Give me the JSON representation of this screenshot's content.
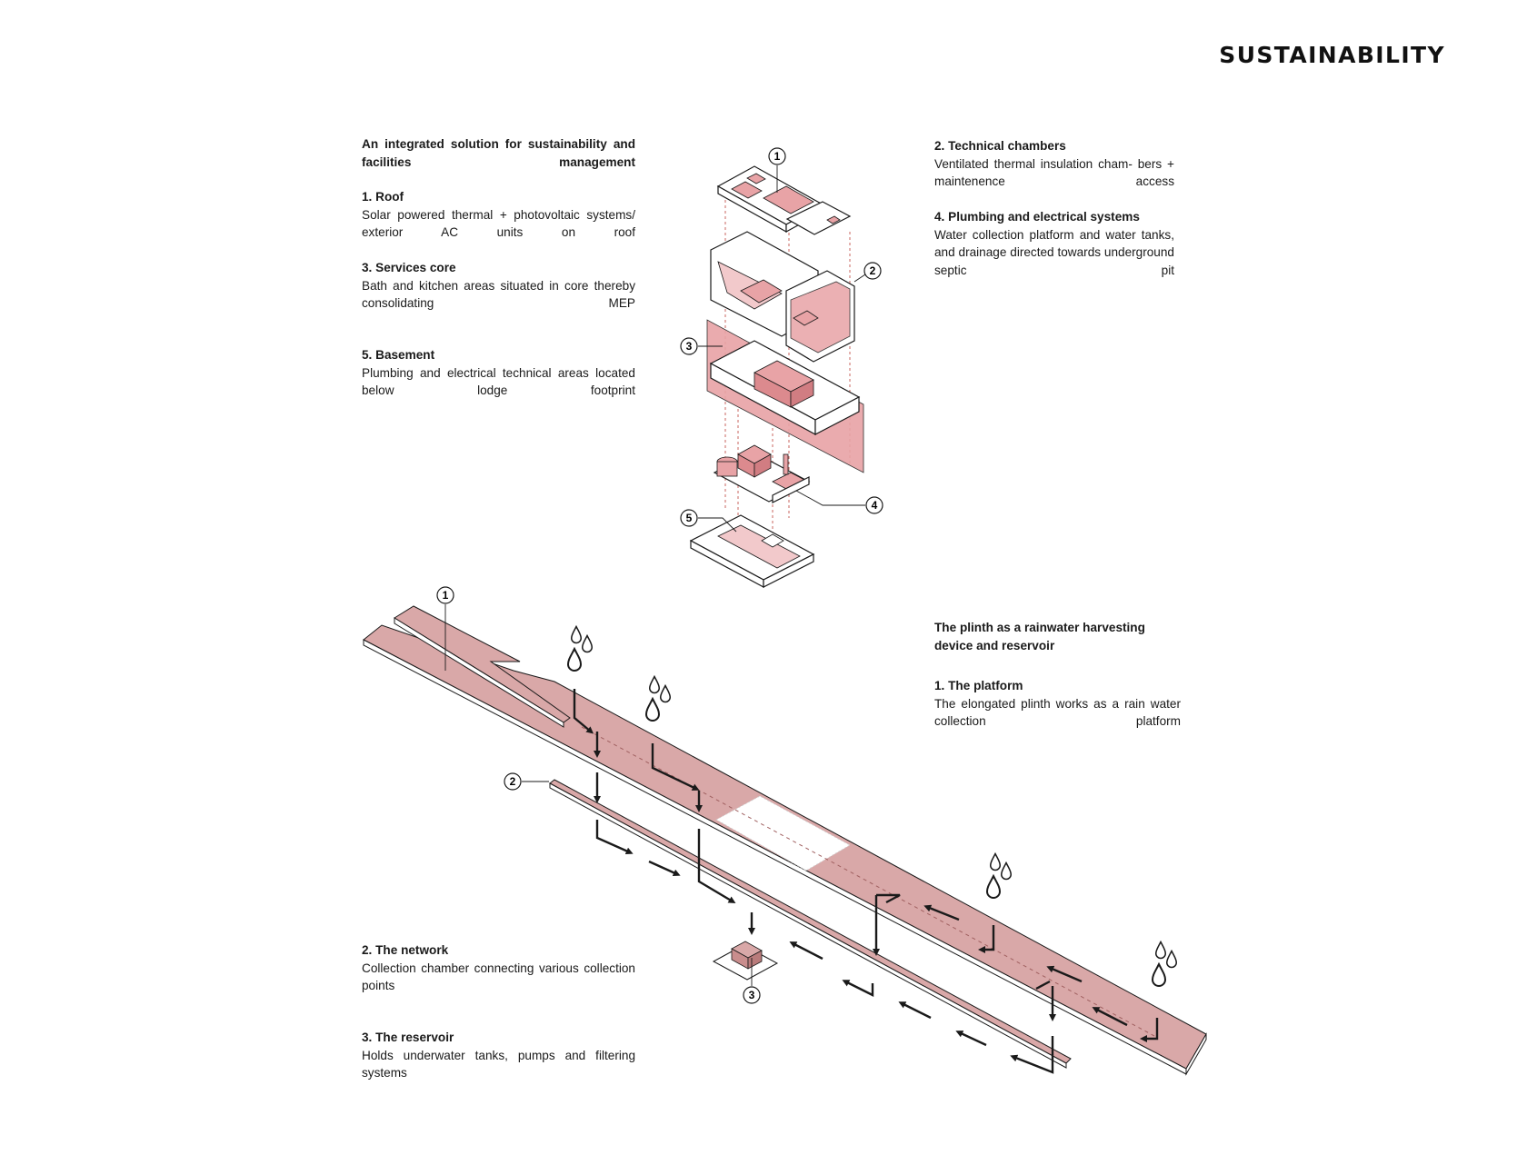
{
  "page": {
    "title": "SUSTAINABILITY"
  },
  "left_top": {
    "intro_title": "An integrated solution for sustainability and facilities management",
    "items": [
      {
        "number": "1.",
        "heading": "Roof",
        "text": "Solar powered thermal + photovoltaic systems/ exterior AC units on roof"
      },
      {
        "number": "3.",
        "heading": "Services core",
        "text": "Bath and kitchen areas situated in core thereby consolidating MEP"
      },
      {
        "number": "5.",
        "heading": "Basement",
        "text": "Plumbing and electrical technical areas located below lodge footprint"
      }
    ]
  },
  "right_top": {
    "items": [
      {
        "number": "2.",
        "heading": "Technical chambers",
        "text": "Ventilated thermal insulation cham- bers + maintenence access"
      },
      {
        "number": "4.",
        "heading": "Plumbing and electrical systems",
        "text": "Water collection platform and water tanks, and drainage directed towards underground septic pit"
      }
    ]
  },
  "right_mid": {
    "intro_title": "The plinth as a rainwater harvesting device and reservoir",
    "items": [
      {
        "number": "1.",
        "heading": "The platform",
        "text": "The elongated plinth works as a rain water collection platform"
      }
    ]
  },
  "left_bottom": {
    "items": [
      {
        "number": "2.",
        "heading": "The network",
        "text": "Collection chamber connecting various collection points"
      },
      {
        "number": "3.",
        "heading": "The reservoir",
        "text": "Holds underwater tanks, pumps and filtering systems"
      }
    ]
  },
  "diagram_labels": {
    "exploded": [
      "1",
      "2",
      "3",
      "4",
      "5"
    ],
    "plinth": [
      "1",
      "2",
      "3"
    ]
  },
  "colors": {
    "accent_fill": "#e8a3a6",
    "accent_light": "#f2c9cb",
    "plinth_fill": "#d9a8a8",
    "line": "#1a1a1a",
    "guide": "#c8645f"
  }
}
